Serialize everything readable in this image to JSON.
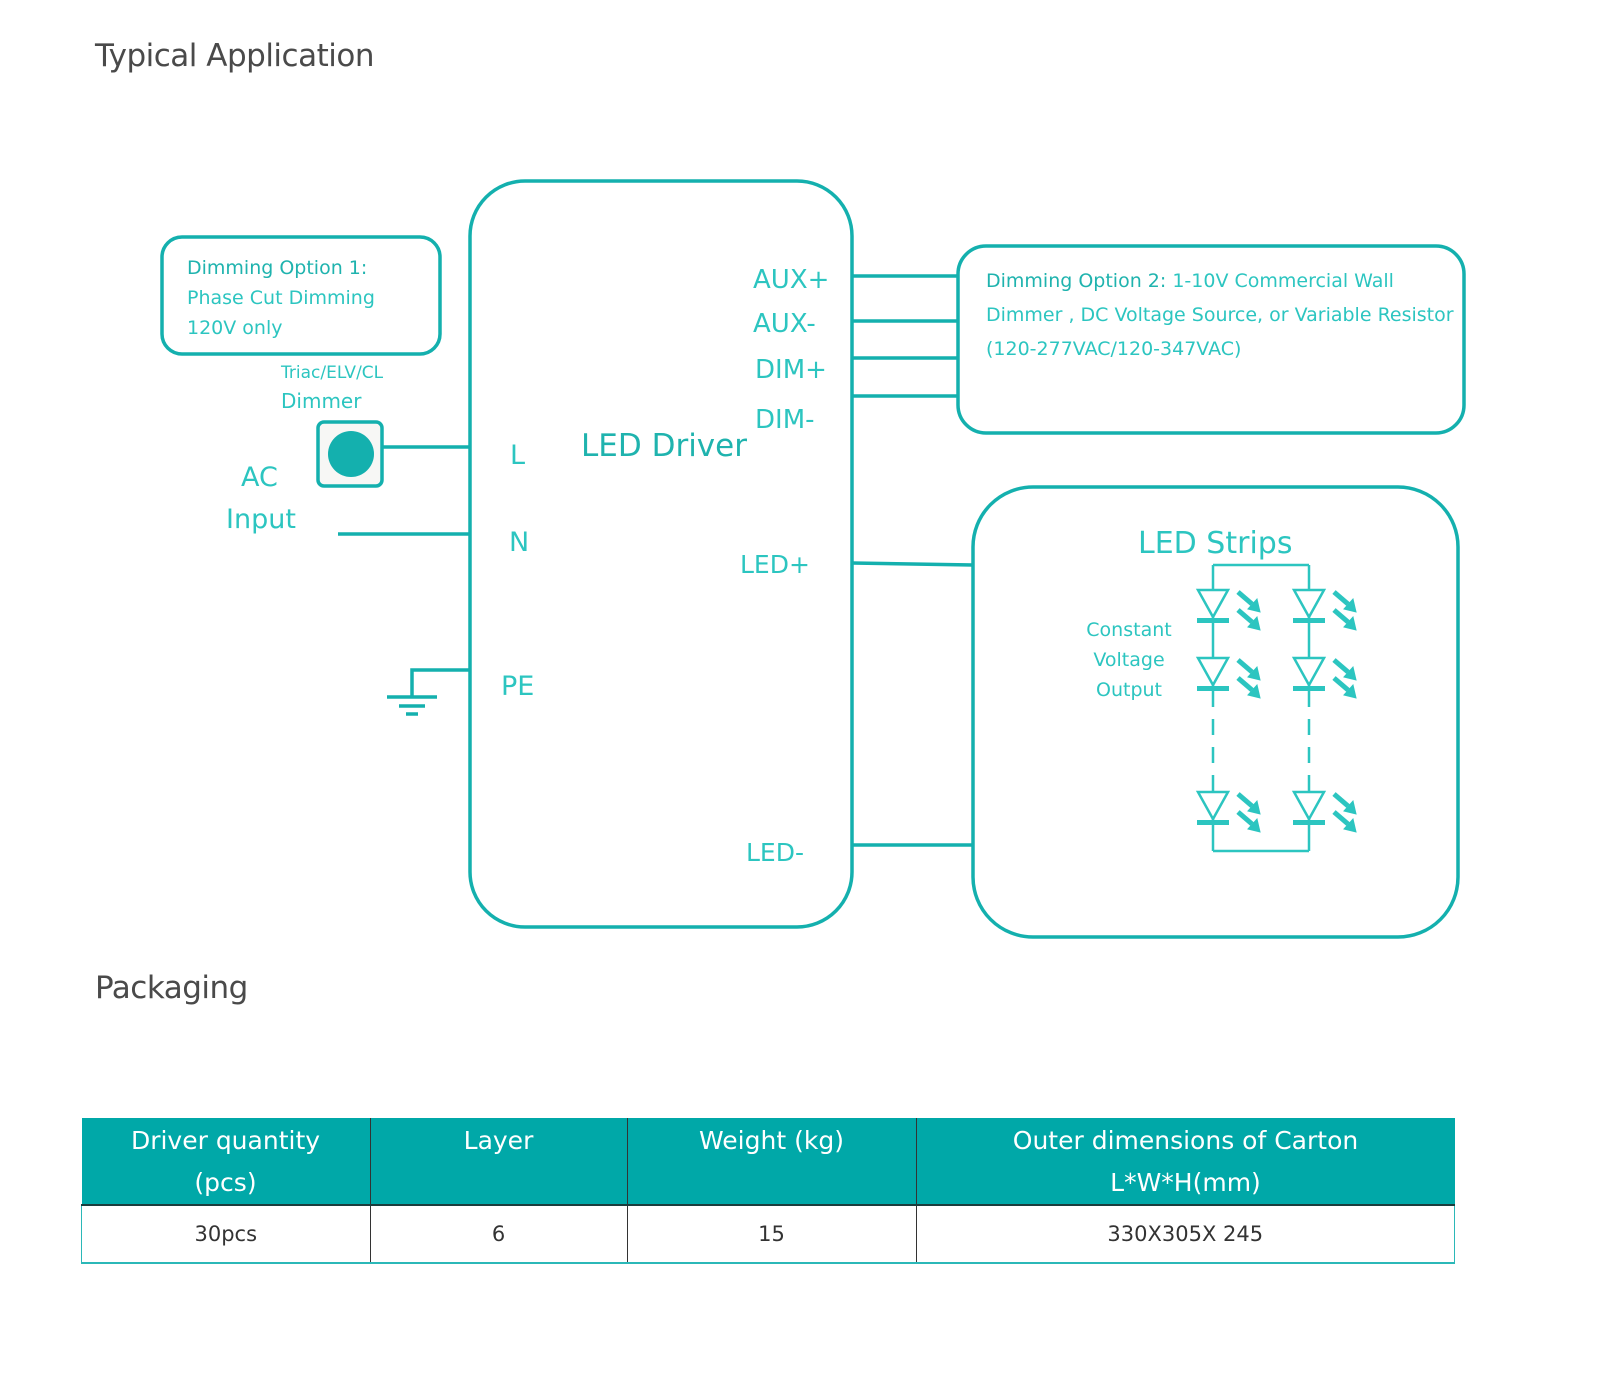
{
  "sections": {
    "typical_application": "Typical Application",
    "packaging": "Packaging"
  },
  "diagram": {
    "accent_color": "#14b0ae",
    "text_color": "#2cc5c0",
    "dimming_option_1": {
      "title": "Dimming Option 1:",
      "line2": "Phase Cut Dimming",
      "line3": "120V only"
    },
    "dimmer_label": {
      "line1": "Triac/ELV/CL",
      "line2": "Dimmer"
    },
    "ac_input": {
      "line1": "AC",
      "line2": "Input"
    },
    "driver": {
      "title": "LED Driver",
      "inputs": [
        "L",
        "N",
        "PE"
      ],
      "outputs": [
        "AUX+",
        "AUX-",
        "DIM+",
        "DIM-",
        "LED+",
        "LED-"
      ]
    },
    "dimming_option_2": {
      "title": "Dimming Option 2:",
      "line1_rest": " 1-10V Commercial Wall",
      "line2": "Dimmer , DC Voltage Source, or Variable Resistor",
      "line3": "(120-277VAC/120-347VAC)"
    },
    "led_strips": {
      "title": "LED Strips",
      "caption": [
        "Constant",
        "Voltage",
        "Output"
      ]
    }
  },
  "packaging_table": {
    "headers": [
      [
        "Driver quantity",
        "(pcs)"
      ],
      [
        "Layer",
        ""
      ],
      [
        "Weight (kg)",
        ""
      ],
      [
        "Outer dimensions of Carton",
        "L*W*H(mm)"
      ]
    ],
    "rows": [
      [
        "30pcs",
        "6",
        "15",
        "330X305X 245"
      ]
    ]
  }
}
